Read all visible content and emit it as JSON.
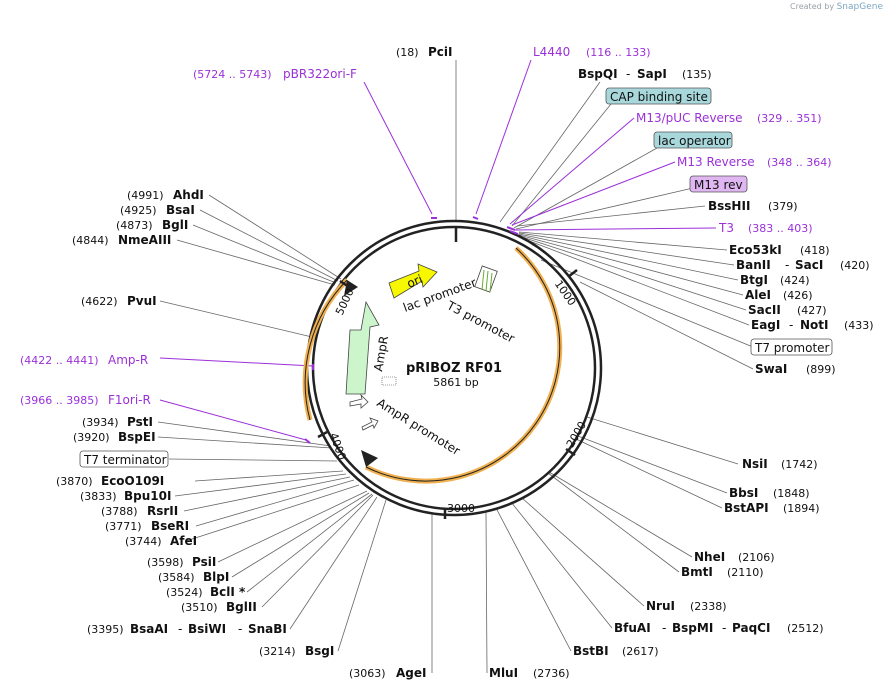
{
  "credit": {
    "prefix": "Created by",
    "brand": "SnapGene"
  },
  "plasmid": {
    "name": "pRIBOZ RF01",
    "length_label": "5861 bp",
    "length": 5861
  },
  "ticks": [
    {
      "bp": 1000,
      "label": "1000"
    },
    {
      "bp": 2000,
      "label": "2000"
    },
    {
      "bp": 3000,
      "label": "3000"
    },
    {
      "bp": 4000,
      "label": "4000"
    },
    {
      "bp": 5000,
      "label": "5000"
    }
  ],
  "inner_features": [
    {
      "label": "ori",
      "color": "#f7f700"
    },
    {
      "label": "lac promoter"
    },
    {
      "label": "T3 promoter"
    },
    {
      "label": "AmpR",
      "color": "#ccf5cc"
    },
    {
      "label": "AmpR promoter"
    }
  ],
  "sites": [
    {
      "pos": "(18)",
      "name": "PciI"
    },
    {
      "name": "BspQI",
      "sep": "-",
      "name2": "SapI",
      "pos": "(135)"
    },
    {
      "name": "BssHII",
      "pos": "(379)"
    },
    {
      "name": "Eco53kI",
      "pos": "(418)"
    },
    {
      "name": "BanII",
      "sep": "-",
      "name2": "SacI",
      "pos": "(420)"
    },
    {
      "name": "BtgI",
      "pos": "(424)"
    },
    {
      "name": "AleI",
      "pos": "(426)"
    },
    {
      "name": "SacII",
      "pos": "(427)"
    },
    {
      "name": "EagI",
      "sep": "-",
      "name2": "NotI",
      "pos": "(433)"
    },
    {
      "name": "SwaI",
      "pos": "(899)"
    },
    {
      "name": "NsiI",
      "pos": "(1742)"
    },
    {
      "name": "BbsI",
      "pos": "(1848)"
    },
    {
      "name": "BstAPI",
      "pos": "(1894)"
    },
    {
      "name": "NheI",
      "pos": "(2106)"
    },
    {
      "name": "BmtI",
      "pos": "(2110)"
    },
    {
      "name": "NruI",
      "pos": "(2338)"
    },
    {
      "name": "BfuAI",
      "sep": "-",
      "name2": "BspMI",
      "sep2": "-",
      "name3": "PaqCI",
      "pos": "(2512)"
    },
    {
      "name": "BstBI",
      "pos": "(2617)"
    },
    {
      "name": "MluI",
      "pos": "(2736)"
    },
    {
      "pos": "(3063)",
      "name": "AgeI"
    },
    {
      "pos": "(3214)",
      "name": "BsgI"
    },
    {
      "pos": "(3395)",
      "name": "BsaAI",
      "sep": "-",
      "name2": "BsiWI",
      "sep2": "-",
      "name3": "SnaBI"
    },
    {
      "pos": "(3510)",
      "name": "BglII"
    },
    {
      "pos": "(3524)",
      "name": "BclI *"
    },
    {
      "pos": "(3584)",
      "name": "BlpI"
    },
    {
      "pos": "(3598)",
      "name": "PsiI"
    },
    {
      "pos": "(3744)",
      "name": "AfeI"
    },
    {
      "pos": "(3771)",
      "name": "BseRI"
    },
    {
      "pos": "(3788)",
      "name": "RsrII"
    },
    {
      "pos": "(3833)",
      "name": "Bpu10I"
    },
    {
      "pos": "(3870)",
      "name": "EcoO109I"
    },
    {
      "pos": "(3920)",
      "name": "BspEI"
    },
    {
      "pos": "(3934)",
      "name": "PstI"
    },
    {
      "pos": "(4622)",
      "name": "PvuI"
    },
    {
      "pos": "(4844)",
      "name": "NmeAIII"
    },
    {
      "pos": "(4873)",
      "name": "BglI"
    },
    {
      "pos": "(4925)",
      "name": "BsaI"
    },
    {
      "pos": "(4991)",
      "name": "AhdI"
    }
  ],
  "primers": [
    {
      "name": "L4440",
      "range": "(116 .. 133)"
    },
    {
      "name": "M13/pUC Reverse",
      "range": "(329 .. 351)"
    },
    {
      "name": "M13 Reverse",
      "range": "(348 .. 364)"
    },
    {
      "name": "T3",
      "range": "(383 .. 403)"
    },
    {
      "name": "pBR322ori-F",
      "range": "(5724 .. 5743)"
    },
    {
      "name": "Amp-R",
      "range": "(4422 .. 4441)"
    },
    {
      "name": "F1ori-R",
      "range": "(3966 .. 3985)"
    }
  ],
  "boxes": [
    {
      "label": "CAP binding site",
      "fill": "#a8d8dc"
    },
    {
      "label": "lac operator",
      "fill": "#a8d8dc"
    },
    {
      "label": "M13 rev",
      "fill": "#e0b6f2"
    },
    {
      "label": "T7 promoter",
      "fill": "#ffffff"
    },
    {
      "label": "T7 terminator",
      "fill": "#ffffff"
    }
  ]
}
